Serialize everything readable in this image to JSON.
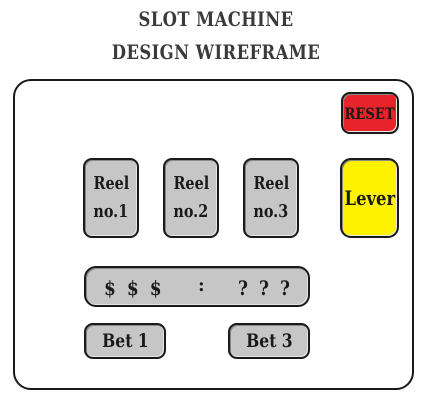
{
  "header": {
    "title_line1": "SLOT MACHINE",
    "title_line2": "DESIGN WIREFRAME"
  },
  "machine": {
    "reset_label": "RESET",
    "lever_label": "Lever",
    "reels": [
      {
        "line1": "Reel",
        "line2": "no.1"
      },
      {
        "line1": "Reel",
        "line2": "no.2"
      },
      {
        "line1": "Reel",
        "line2": "no.3"
      }
    ],
    "display": {
      "money": "$ $ $",
      "separator": ":",
      "result": "? ? ?"
    },
    "bets": [
      {
        "label": "Bet 1"
      },
      {
        "label": "Bet 3"
      }
    ]
  },
  "colors": {
    "reset": "#e8232a",
    "lever": "#fff200",
    "control": "#c6c6c6",
    "outline": "#1a1a1a"
  }
}
